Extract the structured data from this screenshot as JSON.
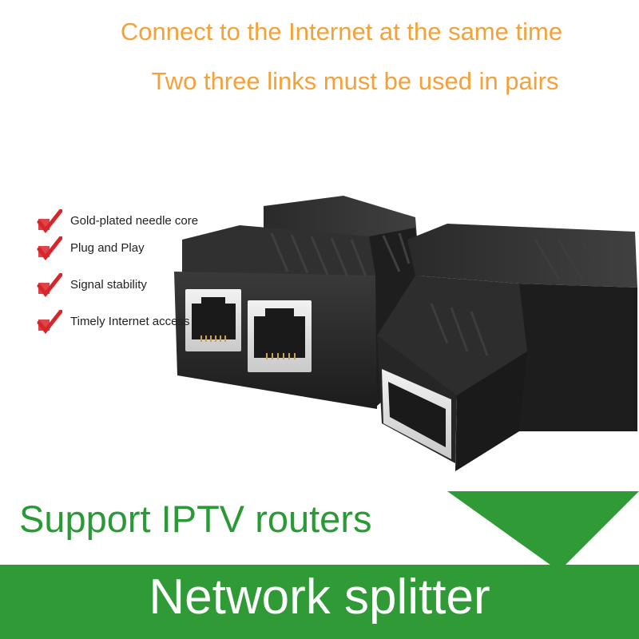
{
  "headline": {
    "line1": "Connect to the Internet at the same time",
    "line2": "Two three links must be used in pairs"
  },
  "features": [
    {
      "label": "Gold-plated needle core",
      "icon": "red-check-icon"
    },
    {
      "label": "Plug and Play",
      "icon": "red-check-icon"
    },
    {
      "label": "Signal stability",
      "icon": "red-check-icon"
    },
    {
      "label": "Timely Internet access",
      "icon": "red-check-icon"
    }
  ],
  "support_text": "Support IPTV routers",
  "banner_title": "Network splitter",
  "colors": {
    "headline": "#f5a13a",
    "green": "#2f9a36",
    "check": "#d8252a",
    "product": "#2b2b2b"
  }
}
